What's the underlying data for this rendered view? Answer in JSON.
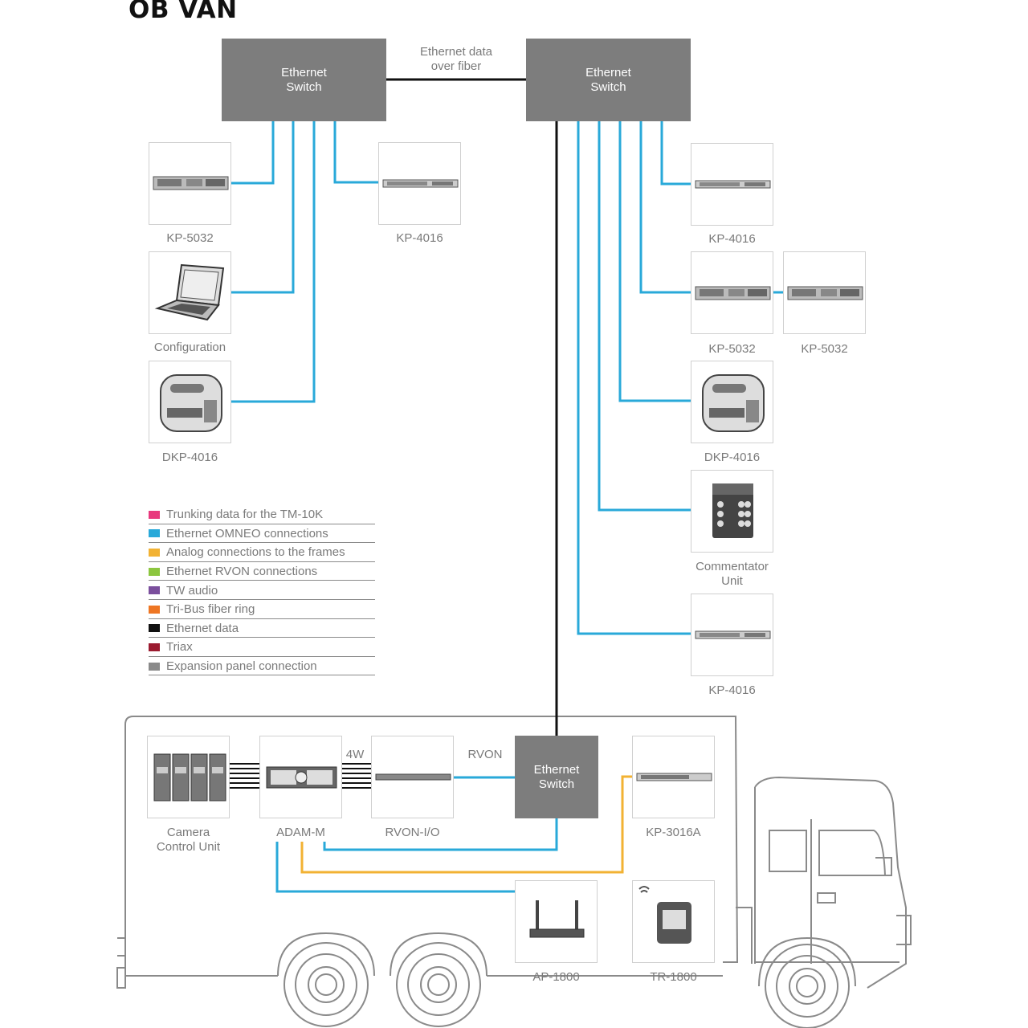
{
  "title": "OB VAN",
  "fiber_note": "Ethernet data\nover fiber",
  "switch_label": "Ethernet\nSwitch",
  "devices": {
    "kp5032_a": "KP-5032",
    "kp4016_a": "KP-4016",
    "configuration": "Configuration",
    "dkp4016_a": "DKP-4016",
    "kp4016_b": "KP-4016",
    "kp5032_b": "KP-5032",
    "kp5032_c": "KP-5032",
    "dkp4016_b": "DKP-4016",
    "commentator": "Commentator\nUnit",
    "kp4016_c": "KP-4016",
    "ccu": "Camera\nControl Unit",
    "adam": "ADAM-M",
    "rvon_io": "RVON-I/O",
    "kp3016a": "KP-3016A",
    "ap1800": "AP-1800",
    "tr1800": "TR-1800"
  },
  "link_labels": {
    "four_wire": "4W",
    "rvon": "RVON"
  },
  "legend": [
    {
      "label": "Trunking data for the TM-10K",
      "color": "#e8397d"
    },
    {
      "label": "Ethernet OMNEO connections",
      "color": "#29a9d9"
    },
    {
      "label": "Analog connections to the frames",
      "color": "#f2b233"
    },
    {
      "label": "Ethernet RVON connections",
      "color": "#8cc63f"
    },
    {
      "label": "TW audio",
      "color": "#7b4f9d"
    },
    {
      "label": "Tri-Bus fiber ring",
      "color": "#ee7623"
    },
    {
      "label": "Ethernet data",
      "color": "#111111"
    },
    {
      "label": "Triax",
      "color": "#9b1b30"
    },
    {
      "label": "Expansion panel connection",
      "color": "#8a8a8a"
    }
  ],
  "colors": {
    "omneo": "#29a9d9",
    "analog": "#f2b233",
    "ethernet": "#111111",
    "switch": "#7d7d7d"
  }
}
